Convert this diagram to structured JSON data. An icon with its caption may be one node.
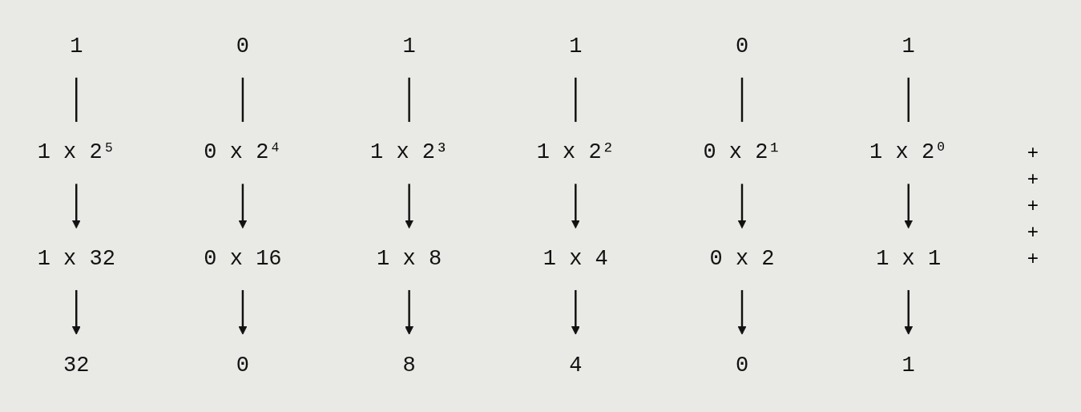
{
  "diagram": {
    "nodes": [
      {
        "text": [
          "1"
        ]
      },
      {
        "text": [
          "0"
        ]
      },
      {
        "text": [
          "1"
        ]
      },
      {
        "text": [
          "1"
        ]
      },
      {
        "text": [
          "0"
        ]
      },
      {
        "text": [
          "1"
        ]
      },
      {
        "text": [
          "1 x 2⁵"
        ]
      },
      {
        "text": [
          "0 x 2⁴"
        ]
      },
      {
        "text": [
          "1 x 2³"
        ]
      },
      {
        "text": [
          "1 x 2²"
        ]
      },
      {
        "text": [
          "0 x 2¹"
        ]
      },
      {
        "text": [
          "1 x 2⁰"
        ]
      },
      {
        "text": [
          "1 x 32"
        ]
      },
      {
        "text": [
          "0 x 16"
        ]
      },
      {
        "text": [
          "1 x 8"
        ]
      },
      {
        "text": [
          "1 x 4"
        ]
      },
      {
        "text": [
          "0 x 2"
        ]
      },
      {
        "text": [
          "1 x 1"
        ]
      },
      {
        "text": [
          "32"
        ]
      },
      {
        "text": [
          "0"
        ]
      },
      {
        "text": [
          "8"
        ]
      },
      {
        "text": [
          "4"
        ]
      },
      {
        "text": [
          "0"
        ]
      },
      {
        "text": [
          "1"
        ]
      }
    ],
    "edges": [
      {
        "from": 0,
        "to": 6,
        "arrow": "none"
      },
      {
        "from": 1,
        "to": 7,
        "arrow": "none"
      },
      {
        "from": 2,
        "to": 8,
        "arrow": "none"
      },
      {
        "from": 3,
        "to": 9,
        "arrow": "none"
      },
      {
        "from": 4,
        "to": 10,
        "arrow": "none"
      },
      {
        "from": 5,
        "to": 11,
        "arrow": "none"
      },
      {
        "from": 6,
        "to": 12,
        "arrow": "to"
      },
      {
        "from": 7,
        "to": 13,
        "arrow": "to"
      },
      {
        "from": 8,
        "to": 14,
        "arrow": "to"
      },
      {
        "from": 9,
        "to": 15,
        "arrow": "to"
      },
      {
        "from": 10,
        "to": 16,
        "arrow": "to"
      },
      {
        "from": 11,
        "to": 17,
        "arrow": "to"
      },
      {
        "from": 12,
        "to": 18,
        "arrow": "to"
      },
      {
        "from": 13,
        "to": 19,
        "arrow": "to"
      },
      {
        "from": 14,
        "to": 20,
        "arrow": "to"
      },
      {
        "from": 15,
        "to": 21,
        "arrow": "to"
      },
      {
        "from": 16,
        "to": 22,
        "arrow": "to"
      },
      {
        "from": 17,
        "to": 23,
        "arrow": "to"
      }
    ],
    "labels": [
      "+",
      "+",
      "+",
      "+",
      "+"
    ]
  }
}
